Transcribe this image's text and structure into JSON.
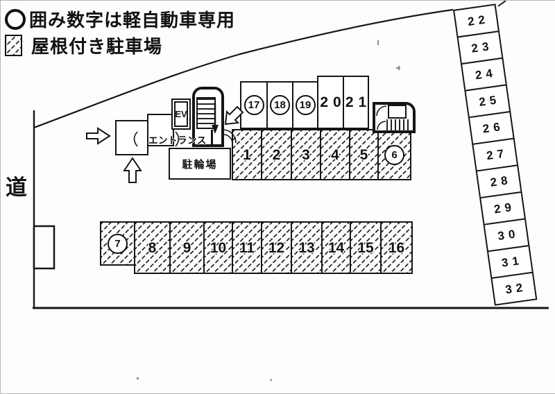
{
  "colors": {
    "ink": "#151515",
    "paper": "#fdfdfc"
  },
  "legend": {
    "circled_note": "囲み数字は軽自動車専用",
    "covered_note": "屋根付き駐車場"
  },
  "road_label": "道",
  "building": {
    "elevator_label": "EV",
    "entrance_label": "エントランス",
    "bicycle_label": "駐輪場"
  },
  "spaces": {
    "top_row": [
      {
        "num": "17",
        "circled": true
      },
      {
        "num": "18",
        "circled": true
      },
      {
        "num": "19",
        "circled": true
      },
      {
        "num": "20",
        "circled": false
      },
      {
        "num": "21",
        "circled": false
      }
    ],
    "mid_row": [
      {
        "num": "1",
        "circled": false
      },
      {
        "num": "2",
        "circled": false
      },
      {
        "num": "3",
        "circled": false
      },
      {
        "num": "4",
        "circled": false
      },
      {
        "num": "5",
        "circled": false
      },
      {
        "num": "6",
        "circled": true
      }
    ],
    "low_row": [
      {
        "num": "7",
        "circled": true
      },
      {
        "num": "8",
        "circled": false
      },
      {
        "num": "9",
        "circled": false
      },
      {
        "num": "10",
        "circled": false
      },
      {
        "num": "11",
        "circled": false
      },
      {
        "num": "12",
        "circled": false
      },
      {
        "num": "13",
        "circled": false
      },
      {
        "num": "14",
        "circled": false
      },
      {
        "num": "15",
        "circled": false
      },
      {
        "num": "16",
        "circled": false
      }
    ],
    "right_col": [
      {
        "num": "22"
      },
      {
        "num": "23"
      },
      {
        "num": "24"
      },
      {
        "num": "25"
      },
      {
        "num": "26"
      },
      {
        "num": "27"
      },
      {
        "num": "28"
      },
      {
        "num": "29"
      },
      {
        "num": "30"
      },
      {
        "num": "31"
      },
      {
        "num": "32"
      }
    ]
  }
}
